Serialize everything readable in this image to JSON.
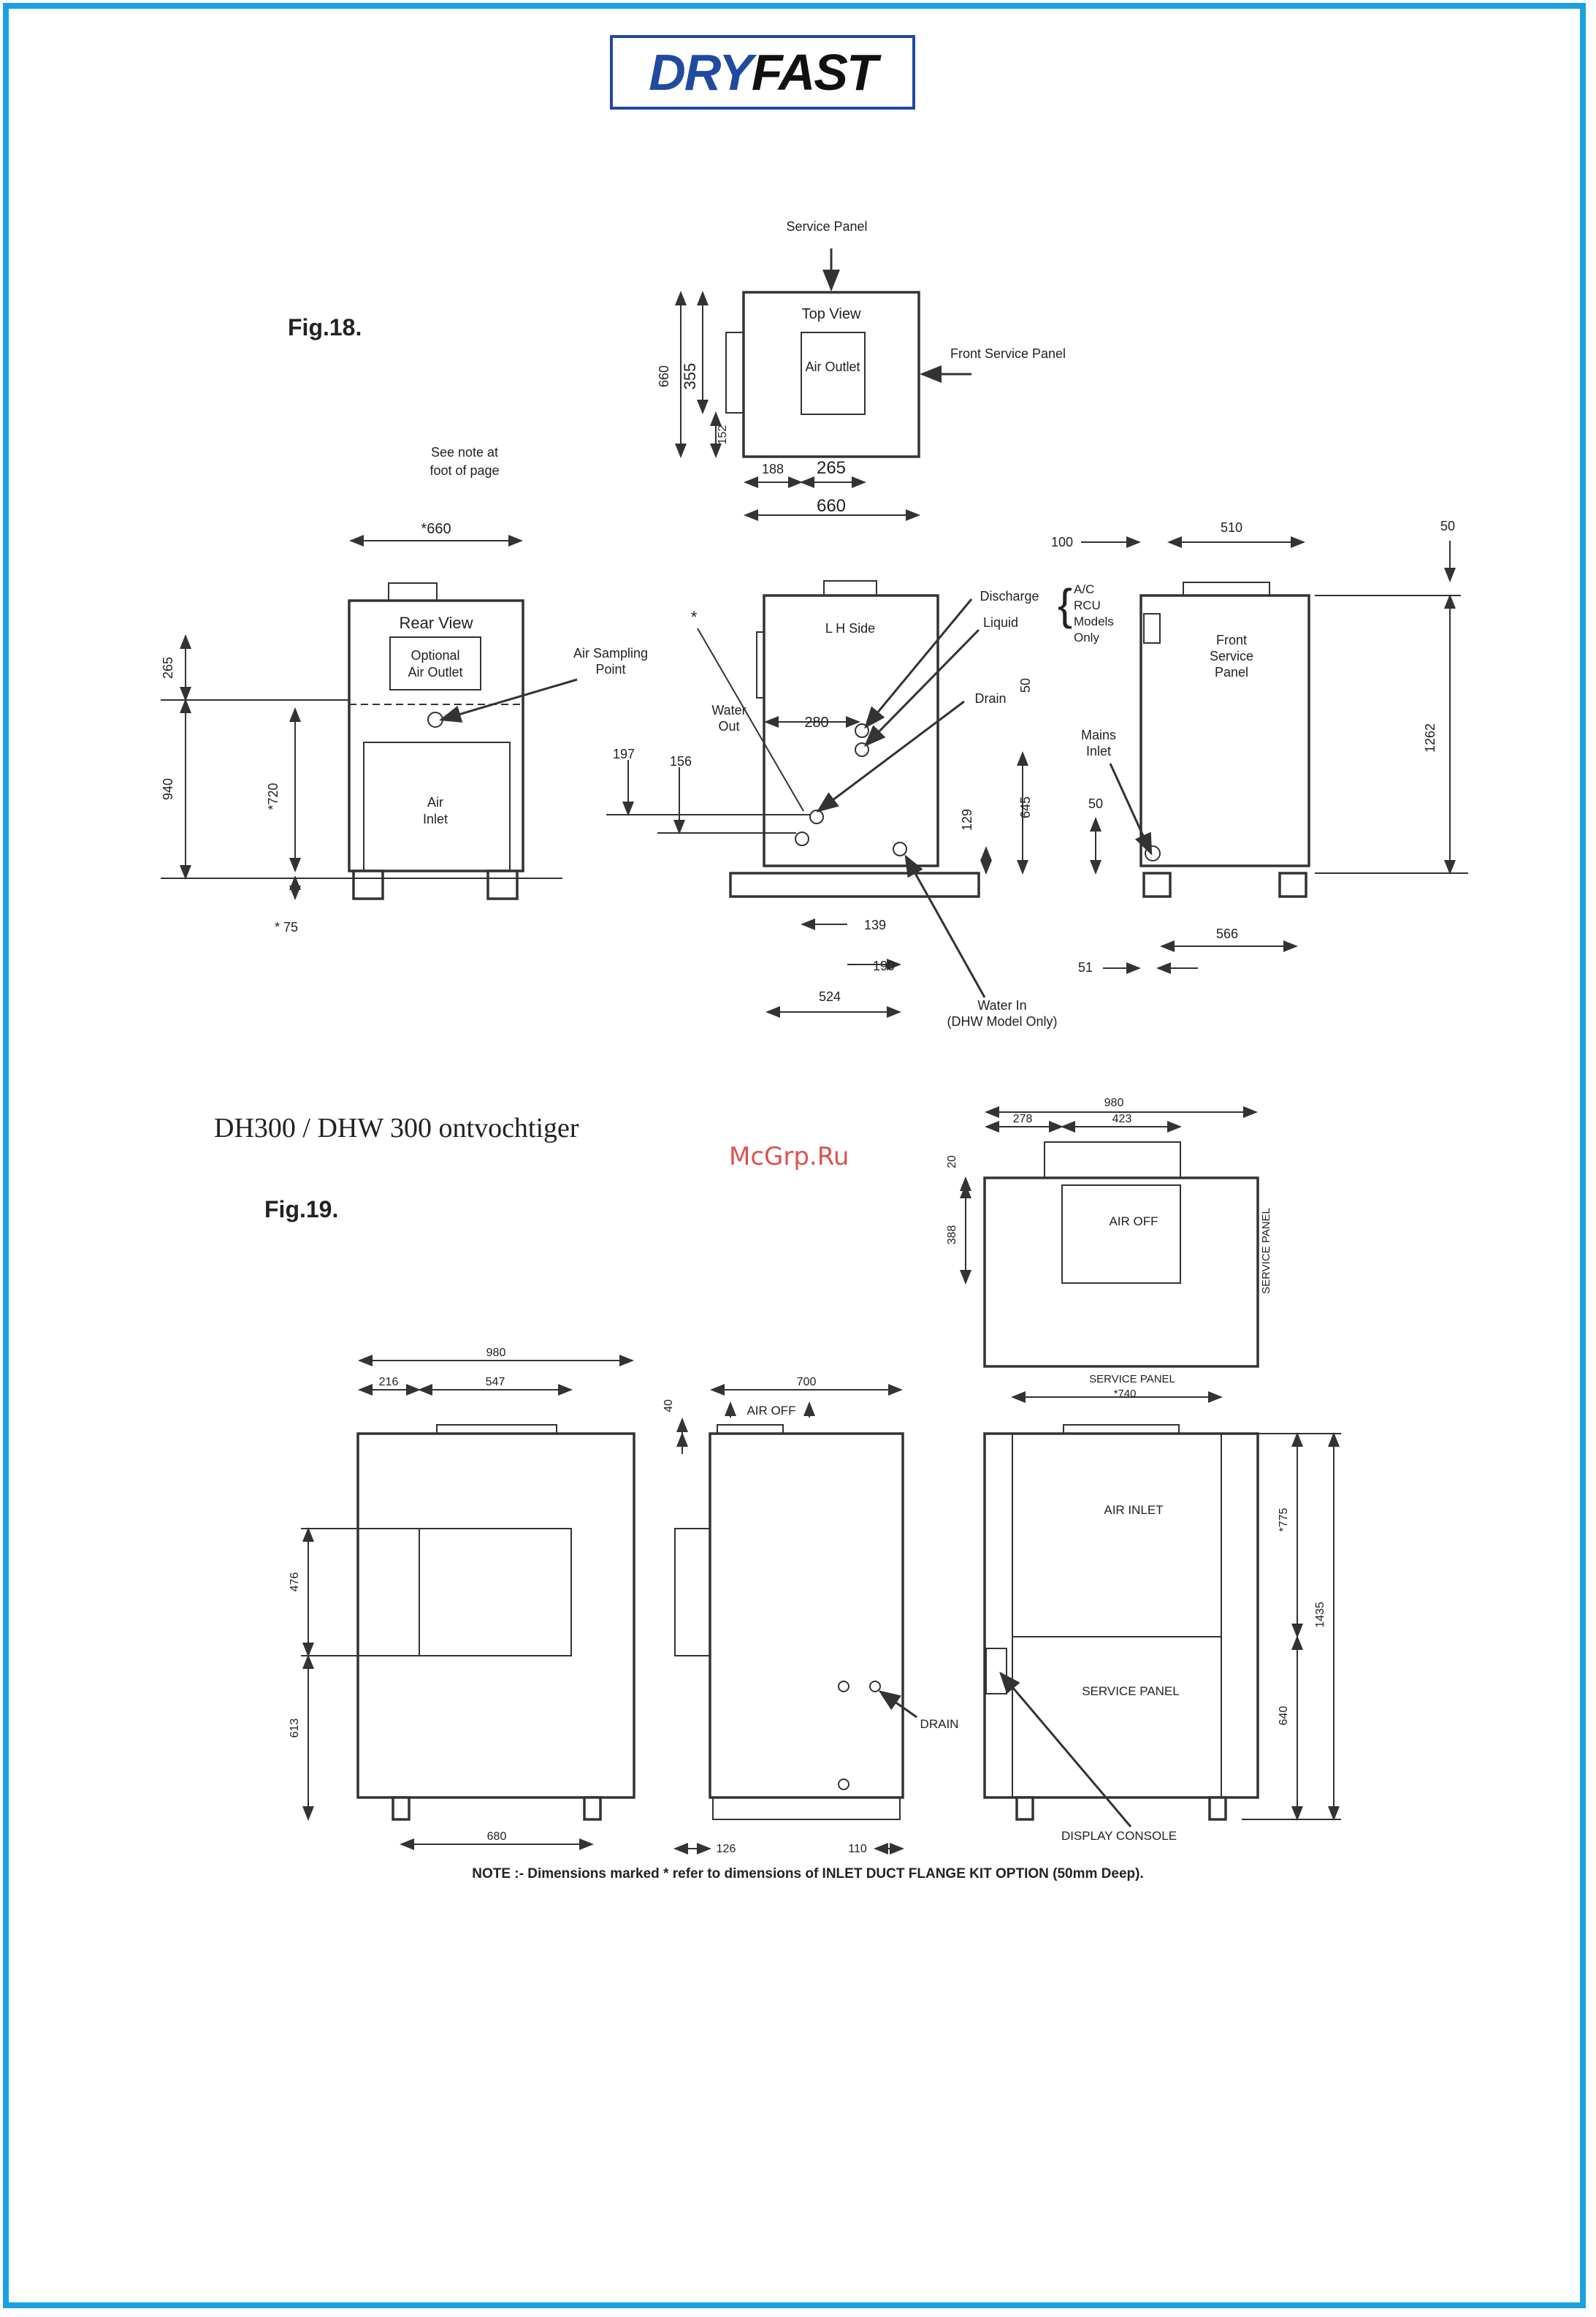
{
  "brand": {
    "dry": "DRY",
    "fast": "FAST"
  },
  "watermark": "McGrp.Ru",
  "fig18": {
    "label": "Fig.18.",
    "top_view": {
      "title": "Top View",
      "air_outlet": "Air Outlet",
      "service_panel": "Service Panel",
      "front_service_panel": "Front Service Panel",
      "d660_h": "660",
      "d355": "355",
      "d152": "152",
      "d188": "188",
      "d265": "265",
      "d660_w": "660"
    },
    "see_note": "See note at foot of page",
    "rear_view": {
      "title": "Rear View",
      "optional_air_outlet": "Optional Air Outlet",
      "air_inlet": "Air Inlet",
      "air_sampling_point": "Air Sampling Point",
      "d660": "*660",
      "d265": "265",
      "d940": "940",
      "d720": "*720",
      "d75": "* 75"
    },
    "lh_side": {
      "title": "L H  Side",
      "discharge": "Discharge",
      "liquid": "Liquid",
      "ac_rcu": "A/C RCU Models Only",
      "drain": "Drain",
      "water_out": "Water Out",
      "star": "*",
      "d280": "280",
      "d50": "50",
      "d197": "197",
      "d156": "156",
      "d129": "129",
      "d645": "645",
      "d139": "139",
      "d190": "190",
      "d524": "524",
      "water_in": "Water In (DHW Model Only)"
    },
    "front": {
      "title": "Front Service Panel",
      "mains_inlet": "Mains Inlet",
      "d100": "100",
      "d510": "510",
      "d50_top": "50",
      "d1262": "1262",
      "d50_side": "50",
      "d566": "566",
      "d51": "51"
    }
  },
  "model_caption": "DH300 / DHW 300 ontvochtiger",
  "fig19": {
    "label": "Fig.19.",
    "top": {
      "air_off": "AIR OFF",
      "service_panel": "SERVICE PANEL",
      "d980": "980",
      "d278": "278",
      "d423": "423",
      "d20": "20",
      "d388": "388"
    },
    "left": {
      "d980": "980",
      "d216": "216",
      "d547": "547",
      "d476": "476",
      "d613": "613",
      "d680": "680"
    },
    "mid": {
      "d700": "700",
      "d40": "40",
      "air_off": "AIR OFF",
      "drain": "DRAIN",
      "d126": "126",
      "d110": "110"
    },
    "right": {
      "service_panel_top": "SERVICE PANEL",
      "d740": "*740",
      "air_inlet": "AIR INLET",
      "service_panel": "SERVICE PANEL",
      "d775": "*775",
      "d1435": "1435",
      "d640": "640",
      "display_console": "DISPLAY CONSOLE"
    },
    "note": "NOTE :- Dimensions marked * refer to dimensions of INLET DUCT FLANGE KIT OPTION (50mm Deep)."
  }
}
